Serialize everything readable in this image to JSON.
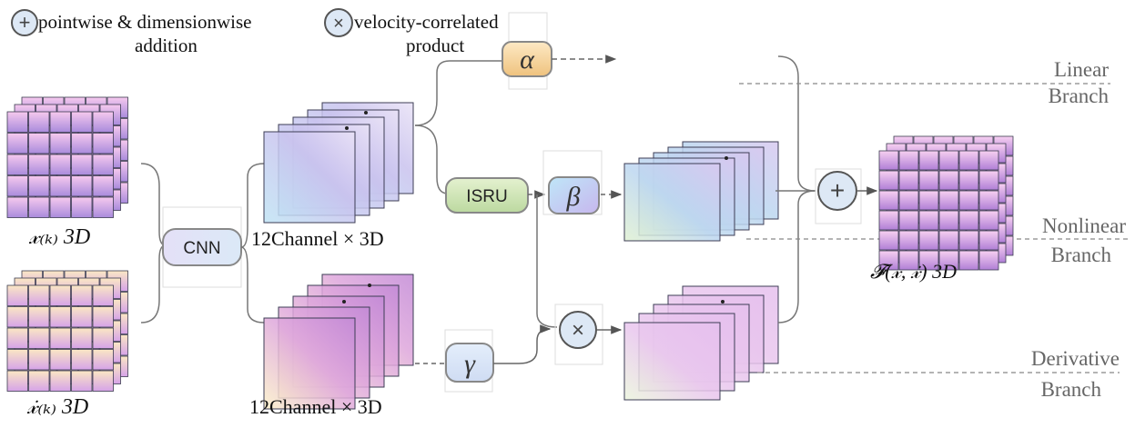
{
  "legend": {
    "add_symbol": "+",
    "add_line1": "pointwise & dimensionwise",
    "add_line2": "addition",
    "product_symbol": "×",
    "product_line1": "velocity-correlated",
    "product_line2": "product"
  },
  "inputs": {
    "x_label": "𝓍₍ₖ₎ 3D",
    "xdot_label": "𝓍̇₍ₖ₎ 3D"
  },
  "cnn": {
    "label": "CNN"
  },
  "feature_maps": {
    "top_label": "12Channel × 3D",
    "bottom_label": "12Channel × 3D"
  },
  "operators": {
    "alpha": "α",
    "beta": "β",
    "gamma": "γ",
    "isru": "ISRU",
    "sum_symbol": "+",
    "product_symbol": "×"
  },
  "branches": {
    "linear_line1": "Linear",
    "linear_line2": "Branch",
    "nonlinear_line1": "Nonlinear",
    "nonlinear_line2": "Branch",
    "derivative_line1": "Derivative",
    "derivative_line2": "Branch"
  },
  "output": {
    "label": "𝓕(𝓍, 𝓍̇) 3D"
  }
}
